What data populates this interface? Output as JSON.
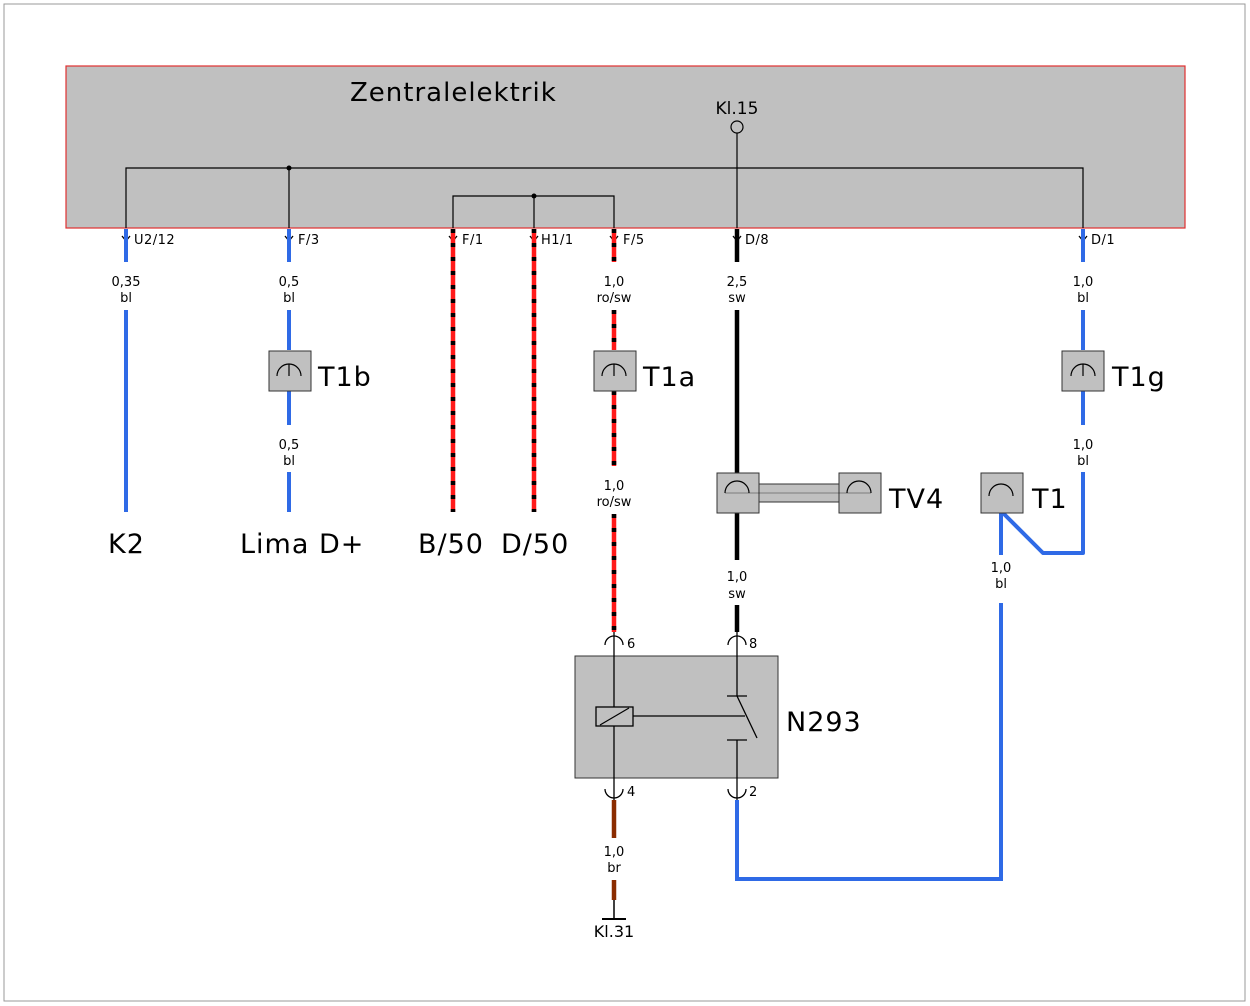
{
  "colors": {
    "blue": "#2f6ae6",
    "red": "#ff1a1a",
    "black": "#000000",
    "brown": "#8b2c00",
    "box_fill": "#c0c0c0",
    "box_border": "#e03030"
  },
  "central_box": {
    "title": "Zentralelektrik",
    "terminal": "Kl.15"
  },
  "pins": {
    "u2_12": "U2/12",
    "f3": "F/3",
    "f1": "F/1",
    "h1_1": "H1/1",
    "f5": "F/5",
    "d8": "D/8",
    "d1": "D/1"
  },
  "wires": {
    "k2": {
      "size": "0,35",
      "color": "bl"
    },
    "lima_top": {
      "size": "0,5",
      "color": "bl"
    },
    "lima_bottom": {
      "size": "0,5",
      "color": "bl"
    },
    "f5_top": {
      "size": "1,0",
      "color": "ro/sw"
    },
    "f5_mid": {
      "size": "1,0",
      "color": "ro/sw"
    },
    "d8_top": {
      "size": "2,5",
      "color": "sw"
    },
    "d8_mid": {
      "size": "1,0",
      "color": "sw"
    },
    "d1_top": {
      "size": "1,0",
      "color": "bl"
    },
    "d1_mid": {
      "size": "1,0",
      "color": "bl"
    },
    "t1_out": {
      "size": "1,0",
      "color": "bl"
    },
    "ground": {
      "size": "1,0",
      "color": "br"
    }
  },
  "connectors": {
    "t1b": "T1b",
    "t1a": "T1a",
    "t1g": "T1g",
    "t1": "T1",
    "tv4": "TV4"
  },
  "endpoints": {
    "k2": "K2",
    "lima": "Lima D+",
    "b50": "B/50",
    "d50": "D/50"
  },
  "relay": {
    "name": "N293",
    "pins": {
      "p6": "6",
      "p8": "8",
      "p4": "4",
      "p2": "2"
    }
  },
  "ground_label": "Kl.31"
}
